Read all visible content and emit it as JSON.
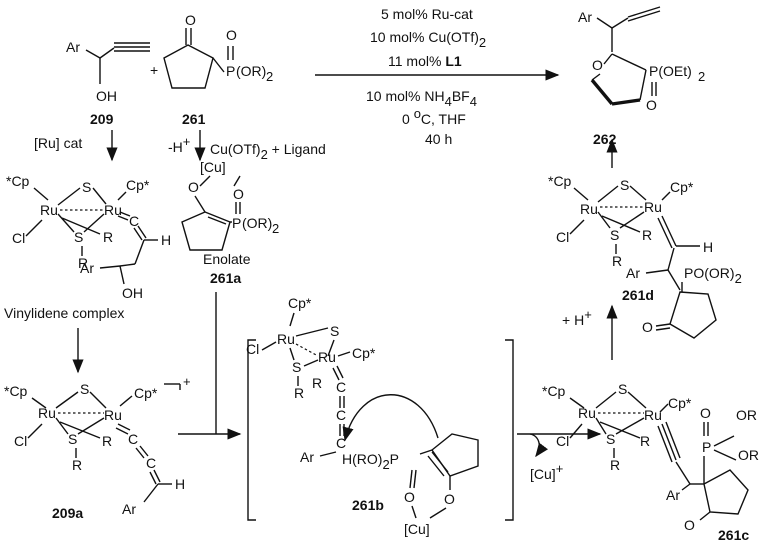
{
  "conditions": {
    "line1": "5 mol% Ru-cat",
    "line2": "10 mol% Cu(OTf)",
    "line2_sub": "2",
    "line3_prefix": "11 mol% ",
    "line3_bold": "L1",
    "line4": "10 mol% NH",
    "line4_sub1": "4",
    "line4_mid": "BF",
    "line4_sub2": "4",
    "line5_a": "0 ",
    "line5_sup": "o",
    "line5_b": "C, THF",
    "line6": "40 h"
  },
  "compounds": {
    "c209": "209",
    "c261": "261",
    "c262": "262",
    "c261a": "261a",
    "c209a": "209a",
    "c261b": "261b",
    "c261c": "261c",
    "c261d": "261d"
  },
  "atoms": {
    "ar": "Ar",
    "oh": "OH",
    "o": "O",
    "p": "P",
    "or2": "(OR)",
    "sub2": "2",
    "poet2": "P(OEt)",
    "ru": "Ru",
    "s": "S",
    "cl": "Cl",
    "r": "R",
    "cp_star": "Cp*",
    "star_cp": "*Cp",
    "c": "C",
    "h": "H",
    "cu": "[Cu]",
    "pooor2": "PO(OR)",
    "hro2": "H(RO)",
    "or": "OR",
    "p_or": "P",
    "cu_plus": "[Cu]",
    "sup_plus": "+"
  },
  "labels": {
    "plus": "+",
    "ru_cat": "[Ru] cat",
    "minus_h": "-H",
    "cu_ligand": "Cu(OTf)",
    "cu_ligand_tail": " + Ligand",
    "enolate": "Enolate",
    "vinylidene": "Vinylidene complex",
    "plus_h": "+ H"
  }
}
